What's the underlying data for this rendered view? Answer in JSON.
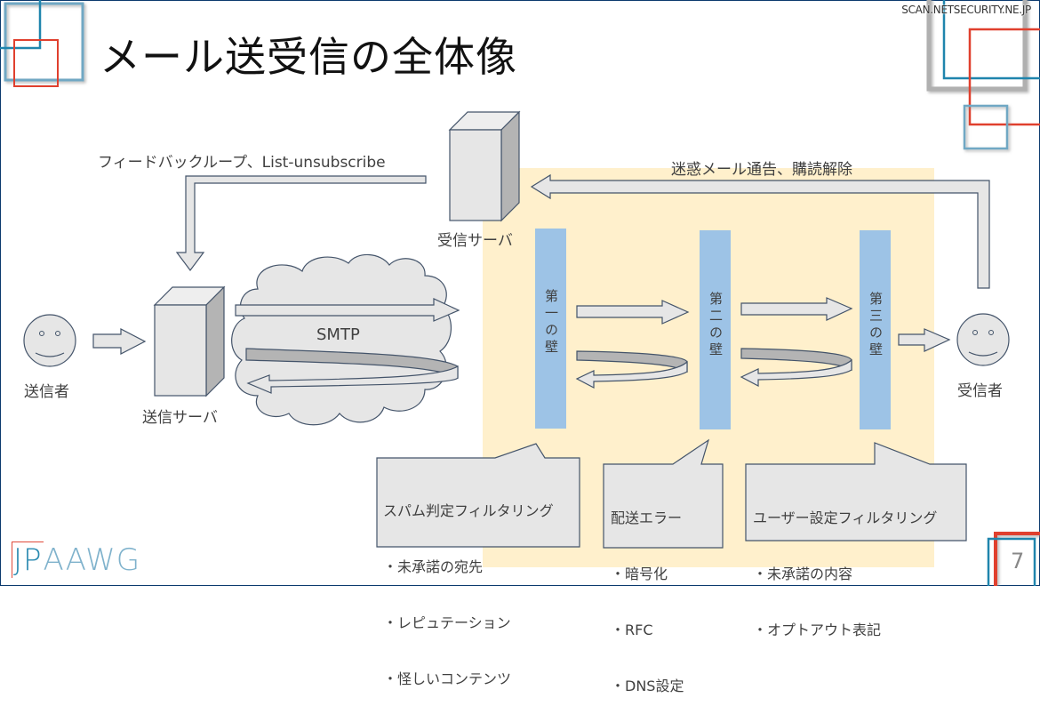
{
  "slide": {
    "title": "メール送受信の全体像",
    "source_watermark": "SCAN.NETSECURITY.NE.JP",
    "page_number": "7",
    "logo": {
      "prefix": "JP",
      "suffix": "AAWG"
    }
  },
  "colors": {
    "zone_fill": "#fff0cc",
    "wall_fill": "#9dc3e6",
    "shape_fill": "#e6e6e6",
    "shape_stroke": "#44546a",
    "accent_blue": "#2a8ab0",
    "accent_red": "#e04a3a"
  },
  "diagram": {
    "actors": {
      "sender": {
        "label": "送信者",
        "icon": "smiley-face-icon"
      },
      "recipient": {
        "label": "受信者",
        "icon": "smiley-face-icon"
      }
    },
    "servers": {
      "sending": {
        "label": "送信サーバ",
        "icon": "server-box-icon"
      },
      "receiving": {
        "label": "受信サーバ",
        "icon": "server-box-icon"
      }
    },
    "network": {
      "label": "SMTP",
      "icon": "cloud-icon"
    },
    "feedback_loops": {
      "sender_side": "フィードバックループ、List-unsubscribe",
      "recipient_side": "迷惑メール通告、購読解除"
    },
    "walls": [
      {
        "label": "第一の壁"
      },
      {
        "label": "第二の壁"
      },
      {
        "label": "第三の壁"
      }
    ],
    "callouts": [
      {
        "title": "スパム判定フィルタリング",
        "items": [
          "・未承諾の宛先",
          "・レピュテーション",
          "・怪しいコンテンツ"
        ]
      },
      {
        "title": "配送エラー",
        "items": [
          "・暗号化",
          "・RFC",
          "・DNS設定"
        ]
      },
      {
        "title": "ユーザー設定フィルタリング",
        "items": [
          "・未承諾の内容",
          "・オプトアウト表記"
        ]
      }
    ]
  }
}
